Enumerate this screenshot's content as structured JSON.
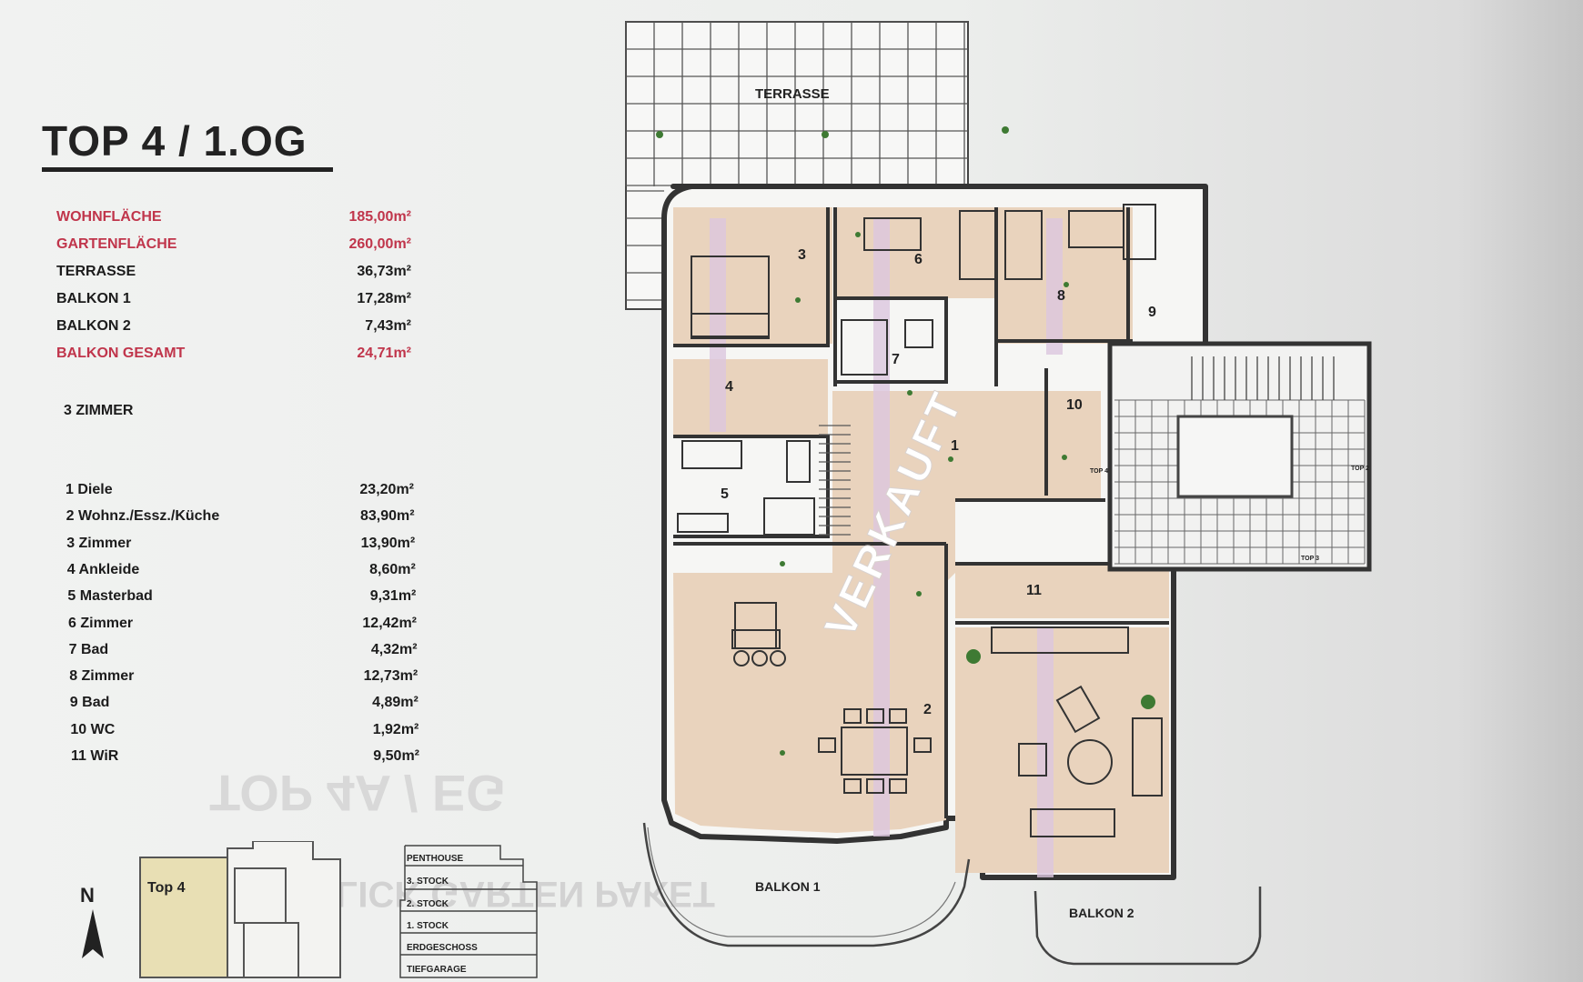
{
  "title": "TOP 4 / 1.OG",
  "areas": [
    {
      "label": "WOHNFLÄCHE",
      "value": "185,00m²",
      "highlight": true
    },
    {
      "label": "GARTENFLÄCHE",
      "value": "260,00m²",
      "highlight": true
    },
    {
      "label": "TERRASSE",
      "value": "36,73m²",
      "highlight": false
    },
    {
      "label": "BALKON 1",
      "value": "17,28m²",
      "highlight": false
    },
    {
      "label": "BALKON 2",
      "value": "7,43m²",
      "highlight": false
    },
    {
      "label": "BALKON GESAMT",
      "value": "24,71m²",
      "highlight": true
    }
  ],
  "rooms_count": "3 ZIMMER",
  "rooms": [
    {
      "label": "1 Diele",
      "value": "23,20m²"
    },
    {
      "label": "2 Wohnz./Essz./Küche",
      "value": "83,90m²"
    },
    {
      "label": "3 Zimmer",
      "value": "13,90m²"
    },
    {
      "label": "4 Ankleide",
      "value": "8,60m²"
    },
    {
      "label": "5 Masterbad",
      "value": "9,31m²"
    },
    {
      "label": "6 Zimmer",
      "value": "12,42m²"
    },
    {
      "label": "7 Bad",
      "value": "4,32m²"
    },
    {
      "label": "8 Zimmer",
      "value": "12,73m²"
    },
    {
      "label": "9 Bad",
      "value": "4,89m²"
    },
    {
      "label": "10 WC",
      "value": "1,92m²"
    },
    {
      "label": "11 WiR",
      "value": "9,50m²"
    }
  ],
  "plan": {
    "terrace_label": "TERRASSE",
    "balkon1_label": "BALKON 1",
    "balkon2_label": "BALKON 2",
    "sold_stamp": "VERKAUFT",
    "room_numbers": [
      "1",
      "2",
      "3",
      "4",
      "5",
      "6",
      "7",
      "8",
      "9",
      "10",
      "11"
    ],
    "top_labels": [
      "TOP 4",
      "TOP 2",
      "TOP 3"
    ]
  },
  "compass_label": "N",
  "keyplan_label": "Top 4",
  "floors": [
    "PENTHOUSE",
    "3. STOCK",
    "2. STOCK",
    "1. STOCK",
    "ERDGESCHOSS",
    "TIEFGARAGE"
  ],
  "colors": {
    "highlight": "#c0354b",
    "room_fill": "#e9d3bd",
    "wall": "#3a3a3a",
    "stamp": "#ffffff",
    "keyplan_fill": "#e8dfb4"
  }
}
